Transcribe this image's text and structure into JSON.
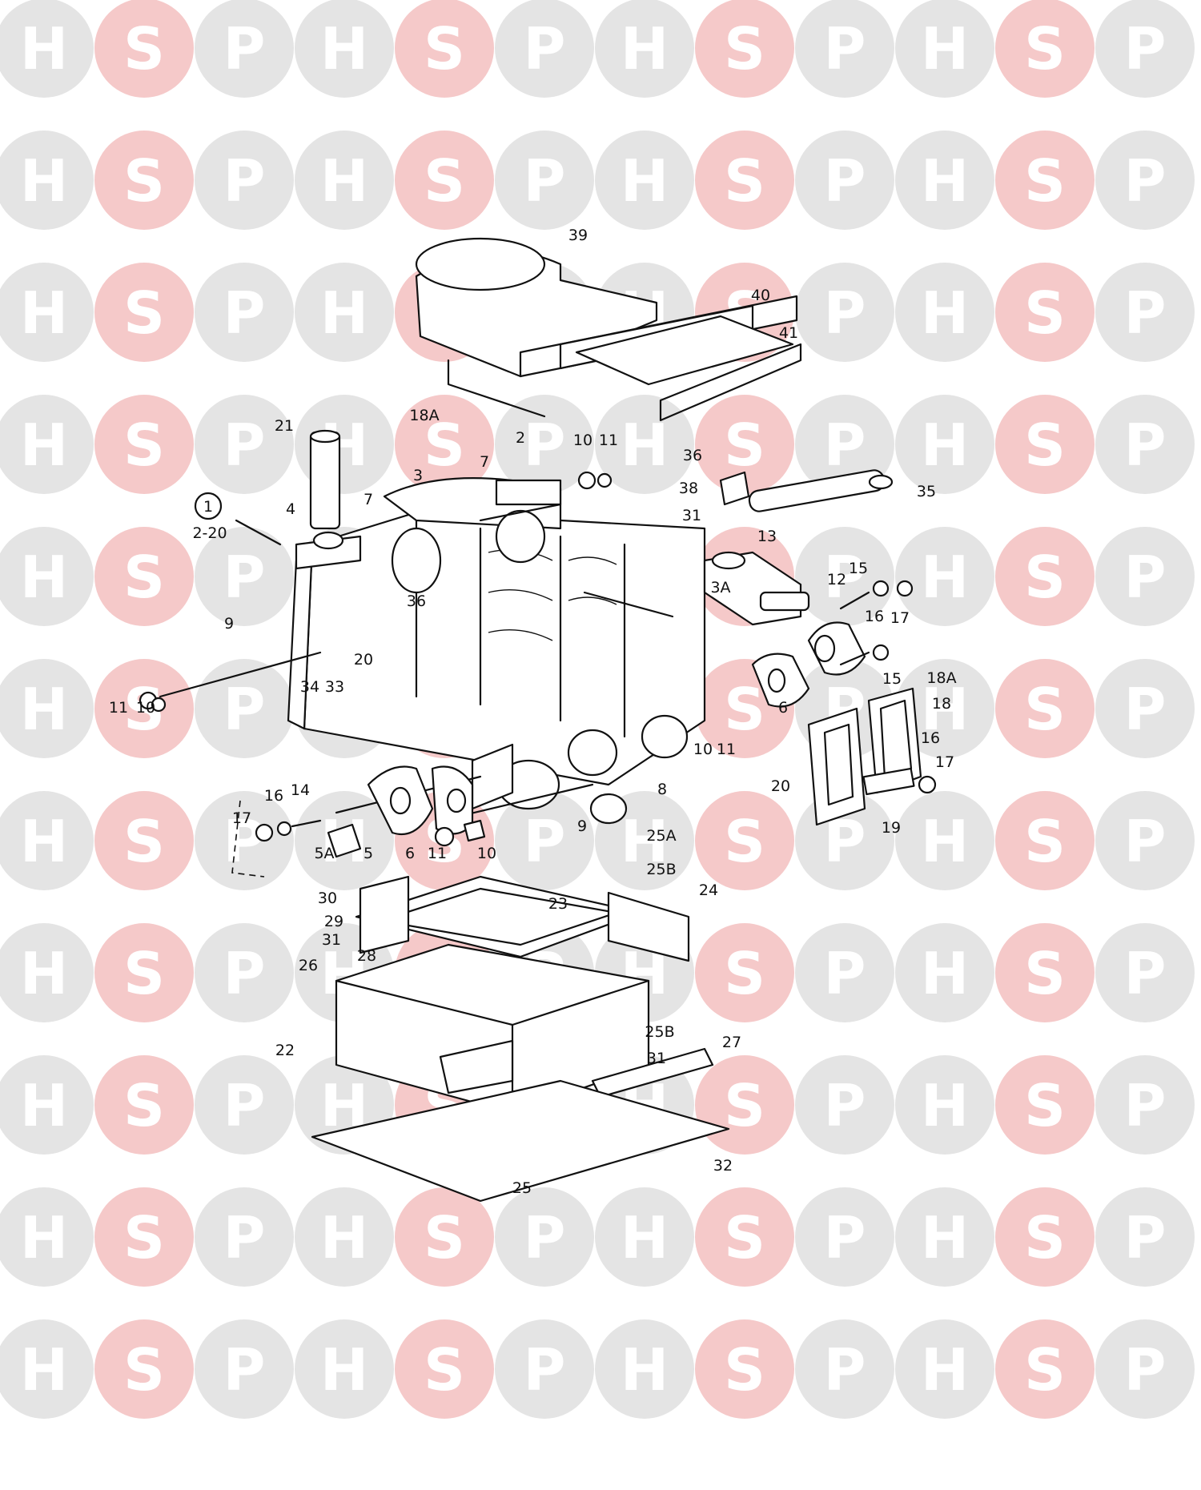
{
  "watermark": {
    "letters": [
      "H",
      "S",
      "P"
    ],
    "colors": {
      "H": "#e4e4e4",
      "S": "#f5c9c9",
      "P": "#e4e4e4"
    }
  },
  "diagram": {
    "group_number": "1",
    "group_range": "2-20",
    "part_labels": [
      "39",
      "40",
      "41",
      "18A",
      "21",
      "2",
      "10",
      "11",
      "36",
      "38",
      "31",
      "35",
      "3",
      "7",
      "4",
      "7",
      "13",
      "12",
      "15",
      "36",
      "16",
      "17",
      "3A",
      "9",
      "34",
      "33",
      "20",
      "15",
      "6",
      "18A",
      "18",
      "11",
      "10",
      "10",
      "11",
      "20",
      "16",
      "17",
      "8",
      "19",
      "14",
      "16",
      "17",
      "9",
      "5A",
      "5",
      "6",
      "11",
      "10",
      "25A",
      "25B",
      "24",
      "30",
      "23",
      "29",
      "31",
      "28",
      "26",
      "22",
      "25B",
      "31",
      "27",
      "25",
      "32"
    ]
  }
}
